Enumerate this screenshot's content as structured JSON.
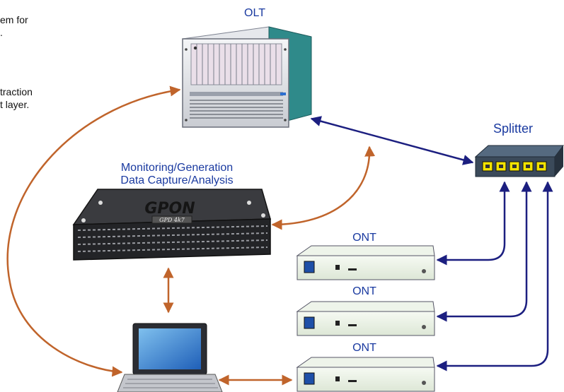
{
  "notes": {
    "line1": "em for",
    "line2": ".",
    "line3": "traction",
    "line4": "t layer."
  },
  "labels": {
    "olt": "OLT",
    "splitter": "Splitter",
    "monitoring_line1": "Monitoring/Generation",
    "monitoring_line2": "Data Capture/Analysis",
    "ont1": "ONT",
    "ont2": "ONT",
    "ont3": "ONT"
  },
  "device_text": {
    "gpon_brand": "GPON",
    "gpon_model": "GPD 4k7"
  },
  "colors": {
    "navy_link": "#1c1f80",
    "orange_link": "#c0642b",
    "label_blue": "#1a3aa0",
    "splitter_port": "#f3e300",
    "chassis_teal": "#2f8a8a"
  },
  "icons": {
    "olt": "olt-chassis-icon",
    "splitter": "optical-splitter-icon",
    "analyzer": "gpon-analyzer-icon",
    "ont": "ont-device-icon",
    "laptop": "laptop-icon"
  }
}
